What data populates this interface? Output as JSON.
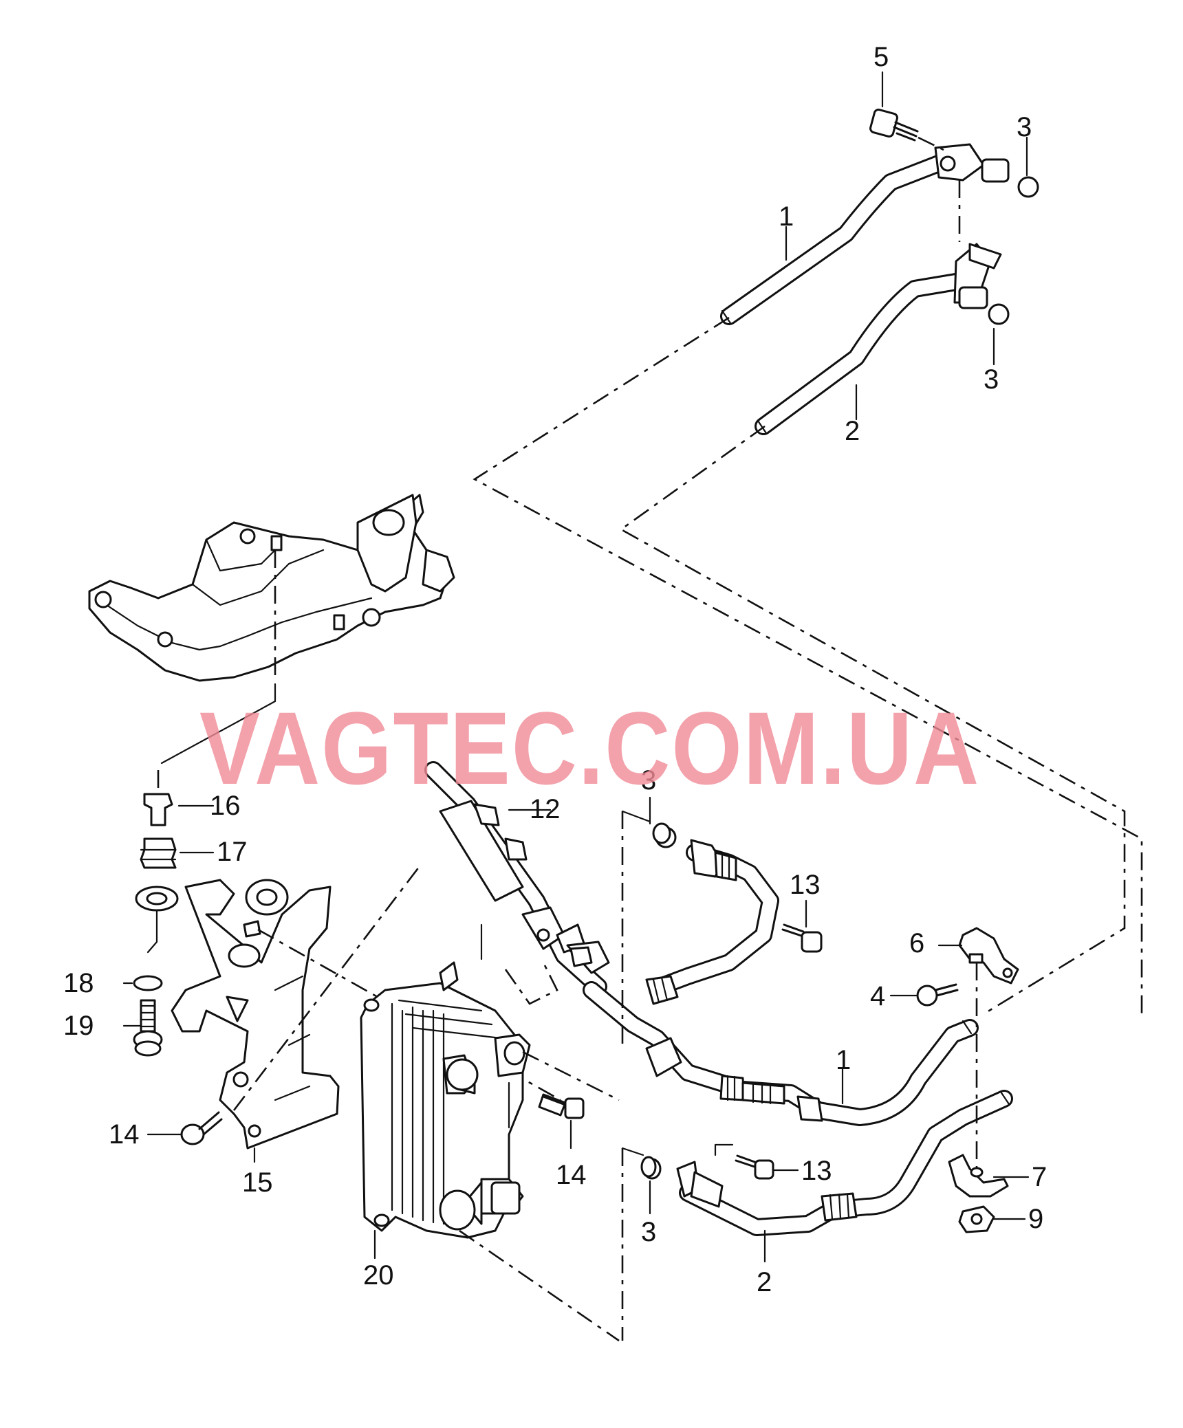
{
  "watermark": "VAGTEC.COM.UA",
  "callouts": {
    "c1_top": "1",
    "c1_bottom": "1",
    "c2_top": "2",
    "c2_bottom": "2",
    "c3_a": "3",
    "c3_b": "3",
    "c3_c": "3",
    "c3_d": "3",
    "c4": "4",
    "c5": "5",
    "c6": "6",
    "c7": "7",
    "c9": "9",
    "c12": "12",
    "c13_a": "13",
    "c13_b": "13",
    "c14_a": "14",
    "c14_b": "14",
    "c15": "15",
    "c16": "16",
    "c17": "17",
    "c18": "18",
    "c19": "19",
    "c20": "20"
  },
  "colors": {
    "line": "#111111",
    "watermark": "#f08a96",
    "background": "#ffffff"
  }
}
